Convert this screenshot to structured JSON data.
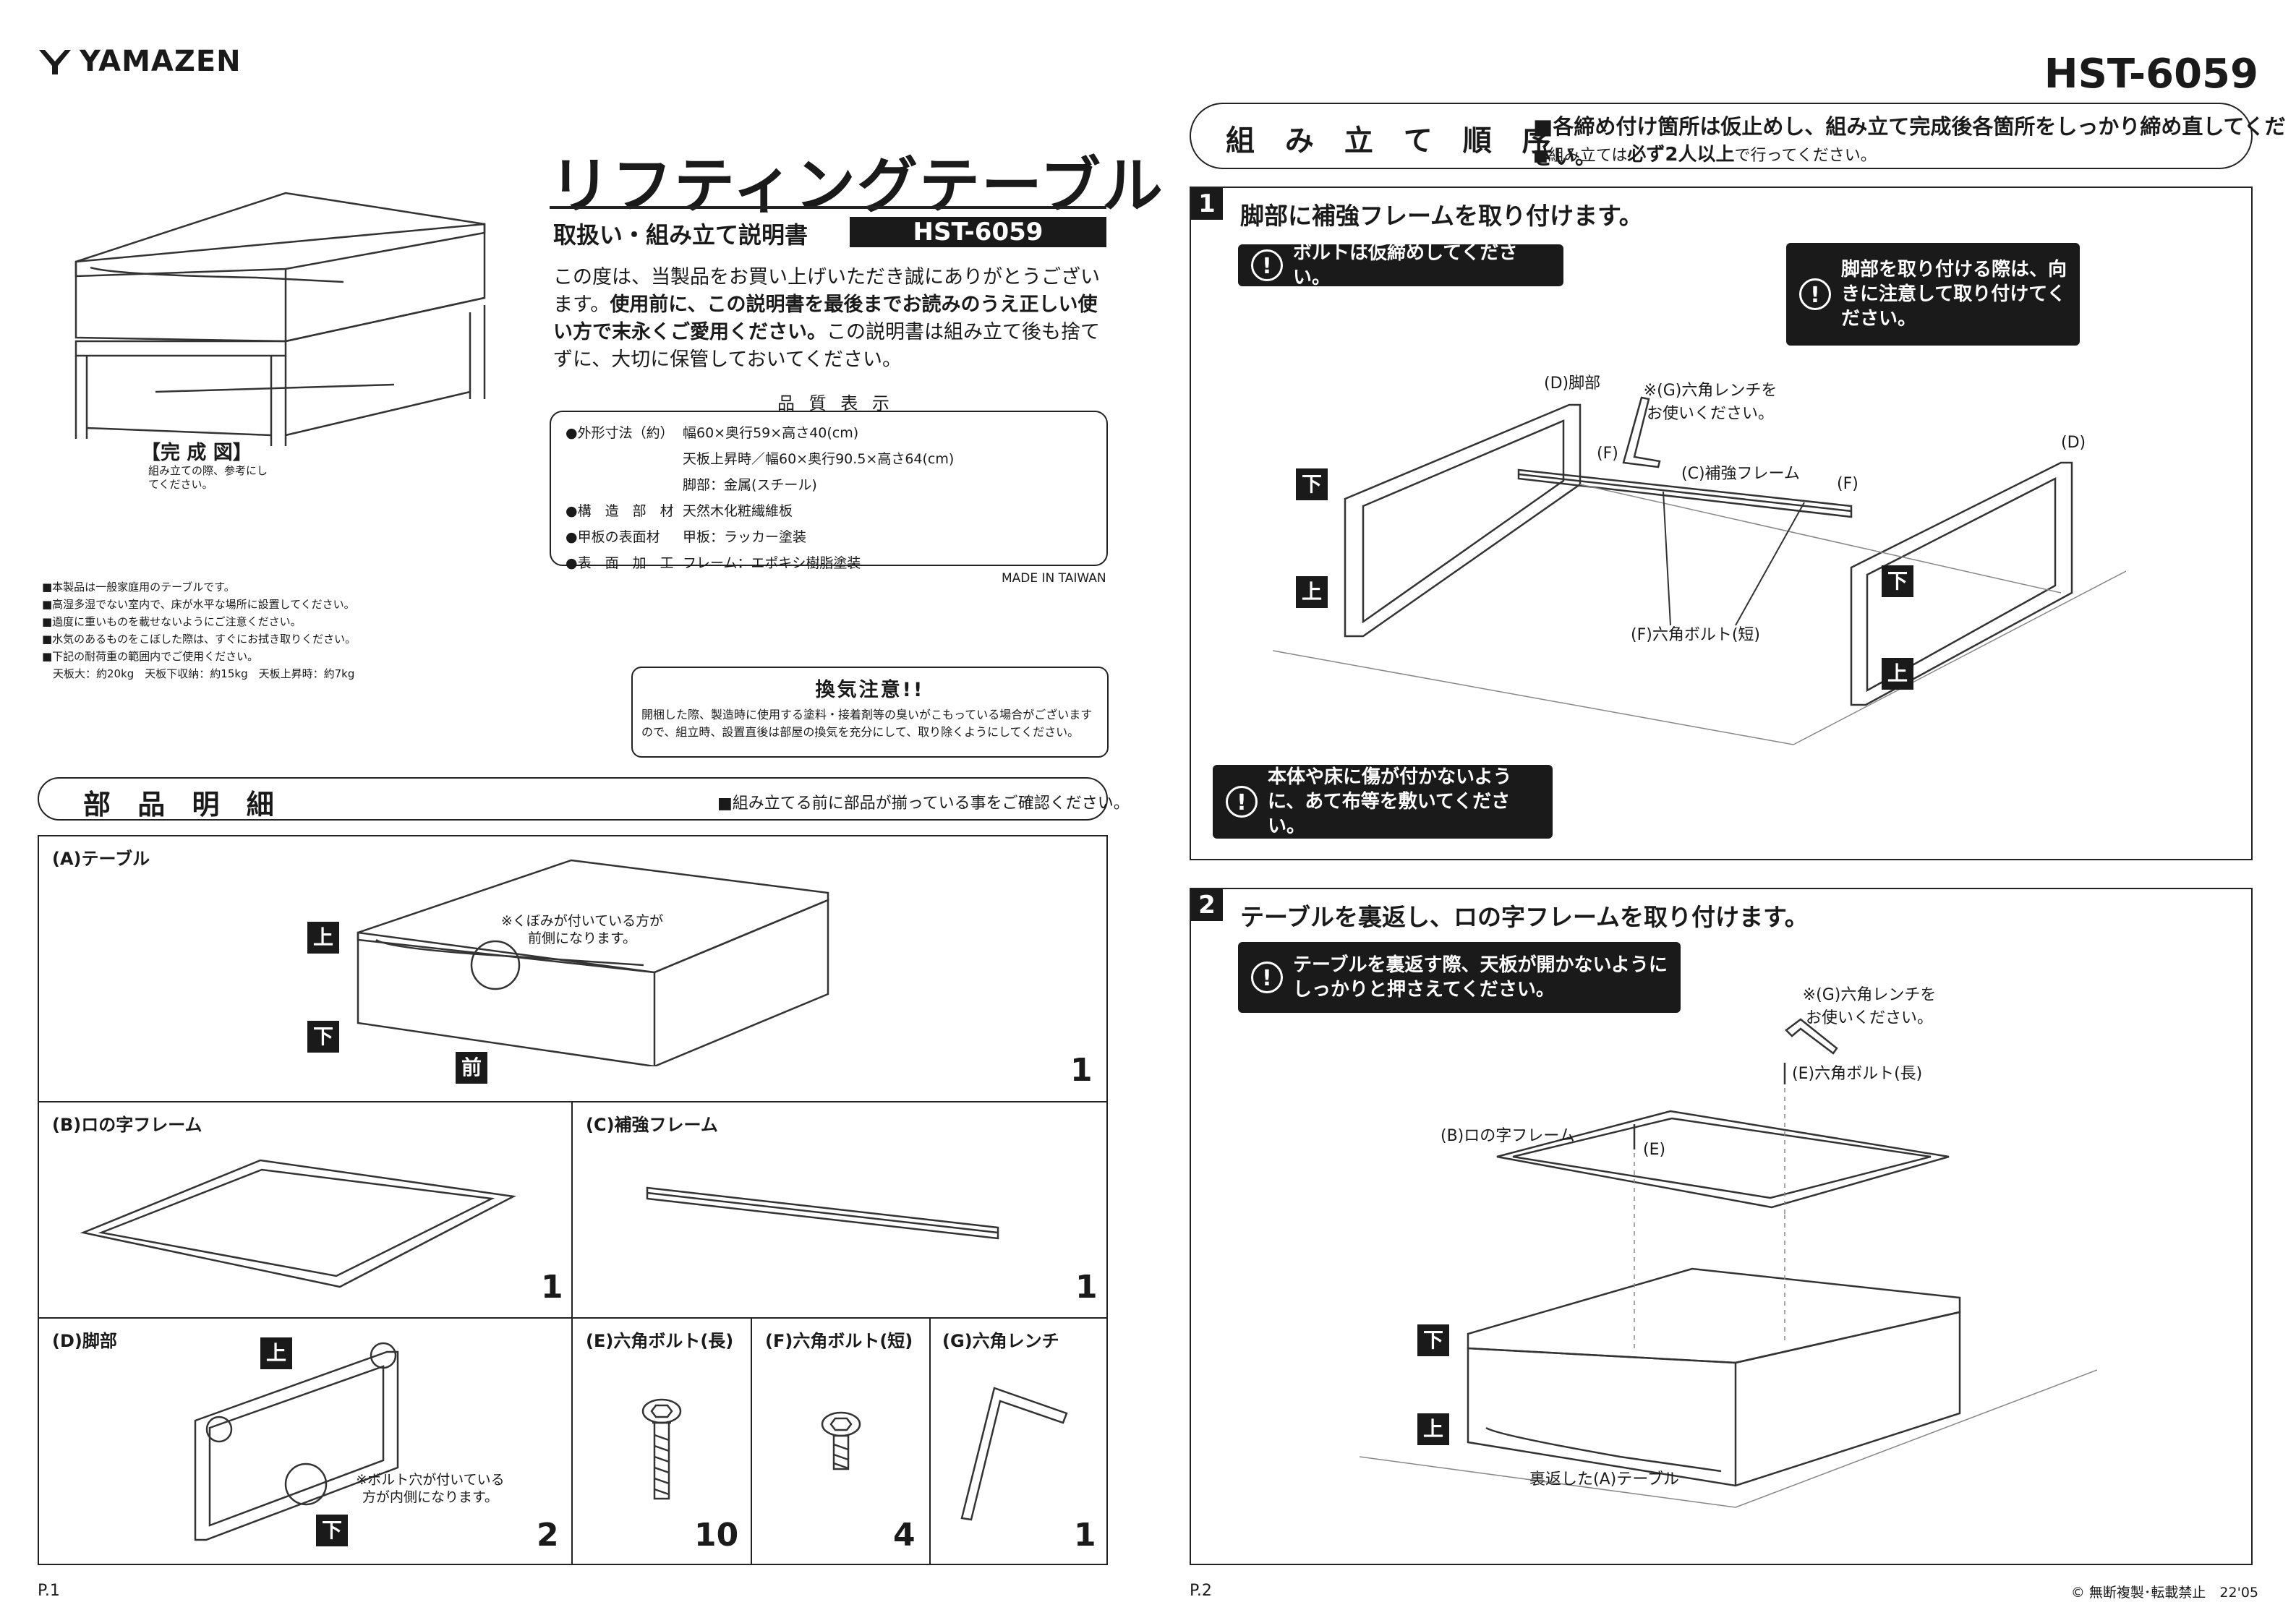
{
  "brand": "YAMAZEN",
  "model": "HST-6059",
  "title": "リフティングテーブル",
  "subtitle": "取扱い・組み立て説明書",
  "subtitle_model": "HST-6059",
  "intro": {
    "p1": "この度は、当製品をお買い上げいただき誠にありがとうございます。",
    "p2": "使用前に、この説明書を最後までお読みのうえ正しい使い方で末永くご愛用ください。",
    "p3": "この説明書は組み立て後も捨てずに、大切に保管しておいてください。"
  },
  "complete": {
    "label": "【完 成 図】",
    "sub": "組み立ての際、参考にしてください。"
  },
  "quality": {
    "title": "品 質 表 示",
    "rows": [
      {
        "k": "●外形寸法（約）",
        "v": "幅60×奥行59×高さ40(cm)"
      },
      {
        "k": "",
        "v": "天板上昇時／幅60×奥行90.5×高さ64(cm)"
      },
      {
        "k": "",
        "v": "脚部：金属(スチール)"
      },
      {
        "k": "●構　造　部　材",
        "v": "天然木化粧繊維板"
      },
      {
        "k": "●甲板の表面材",
        "v": "甲板：ラッカー塗装"
      },
      {
        "k": "●表　面　加　工",
        "v": "フレーム：エポキシ樹脂塗装"
      }
    ],
    "made_in": "MADE IN TAIWAN"
  },
  "notes": [
    "■本製品は一般家庭用のテーブルです。",
    "■高湿多湿でない室内で、床が水平な場所に設置してください。",
    "■過度に重いものを載せないようにご注意ください。",
    "■水気のあるものをこぼした際は、すぐにお拭き取りください。",
    "■下記の耐荷重の範囲内でご使用ください。",
    "　天板大：約20kg　天板下収納：約15kg　天板上昇時：約7kg"
  ],
  "ventilation": {
    "title": "換気注意!!",
    "body": "開梱した際、製造時に使用する塗料・接着剤等の臭いがこもっている場合がございますので、組立時、設置直後は部屋の換気を充分にして、取り除くようにしてください。"
  },
  "parts": {
    "title": "部 品 明 細",
    "note": "■組み立てる前に部品が揃っている事をご確認ください。",
    "a": {
      "label": "(A)テーブル",
      "count": "1",
      "note": "※くぼみが付いている方が前側になります。",
      "up": "上",
      "down": "下",
      "front": "前"
    },
    "b": {
      "label": "(B)ロの字フレーム",
      "count": "1"
    },
    "c": {
      "label": "(C)補強フレーム",
      "count": "1"
    },
    "d": {
      "label": "(D)脚部",
      "count": "2",
      "note": "※ボルト穴が付いている方が内側になります。",
      "up": "上",
      "down": "下"
    },
    "e": {
      "label": "(E)六角ボルト(長)",
      "count": "10"
    },
    "f": {
      "label": "(F)六角ボルト(短)",
      "count": "4"
    },
    "g": {
      "label": "(G)六角レンチ",
      "count": "1"
    }
  },
  "order": {
    "title": "組 み 立 て 順 序",
    "line1": "■各締め付け箇所は仮止めし、組み立て完成後各箇所をしっかり締め直してください。",
    "line2_pre": "■組み立ては",
    "line2_bold": "必ず2人以上",
    "line2_post": "で行ってください。"
  },
  "step1": {
    "num": "1",
    "title": "脚部に補強フレームを取り付けます。",
    "warn1": "ボルトは仮締めしてください。",
    "warn2": "脚部を取り付ける際は、向きに注意して取り付けてください。",
    "warn3": "本体や床に傷が付かないように、あて布等を敷いてください。",
    "labels": {
      "d1": "(D)脚部",
      "d2": "(D)",
      "g": "※(G)六角レンチをお使いください。",
      "f1": "(F)",
      "f2": "(F)",
      "c": "(C)補強フレーム",
      "fbolt": "(F)六角ボルト(短)",
      "up": "上",
      "down": "下"
    }
  },
  "step2": {
    "num": "2",
    "title": "テーブルを裏返し、ロの字フレームを取り付けます。",
    "warn1": "テーブルを裏返す際、天板が開かないようにしっかりと押さえてください。",
    "labels": {
      "g": "※(G)六角レンチをお使いください。",
      "e": "(E)六角ボルト(長)",
      "b": "(B)ロの字フレーム",
      "e_short": "(E)",
      "a": "裏返した(A)テーブル",
      "up": "上",
      "down": "下"
    }
  },
  "footer": {
    "p1": "P.1",
    "p2": "P.2",
    "copyright": "© 無断複製･転載禁止　22'05"
  }
}
